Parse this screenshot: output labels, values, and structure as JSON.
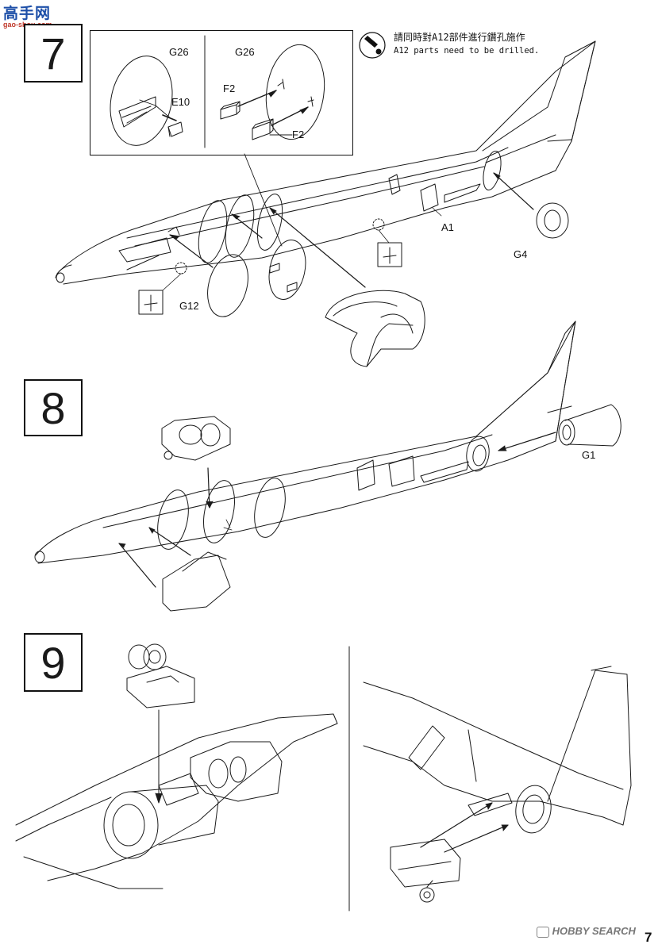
{
  "watermark": {
    "top_brand": "高手网",
    "top_url": "gao-shou.com",
    "bottom_brand": "HOBBY SEARCH"
  },
  "page_number": "7",
  "steps": [
    {
      "number": "7"
    },
    {
      "number": "8"
    },
    {
      "number": "9"
    }
  ],
  "step7": {
    "drill_note_zh": "請同時對A12部件進行鑽孔施作",
    "drill_note_en": "A12 parts need to be drilled.",
    "drill_icon": "drill-bit-icon",
    "parts": {
      "g26_left": "G26",
      "g26_right": "G26",
      "e10": "E10",
      "f2_top": "F2",
      "f2_bottom": "F2",
      "a1": "A1",
      "g4": "G4",
      "g12": "G12"
    }
  },
  "step8": {
    "parts": {
      "g1": "G1"
    }
  }
}
